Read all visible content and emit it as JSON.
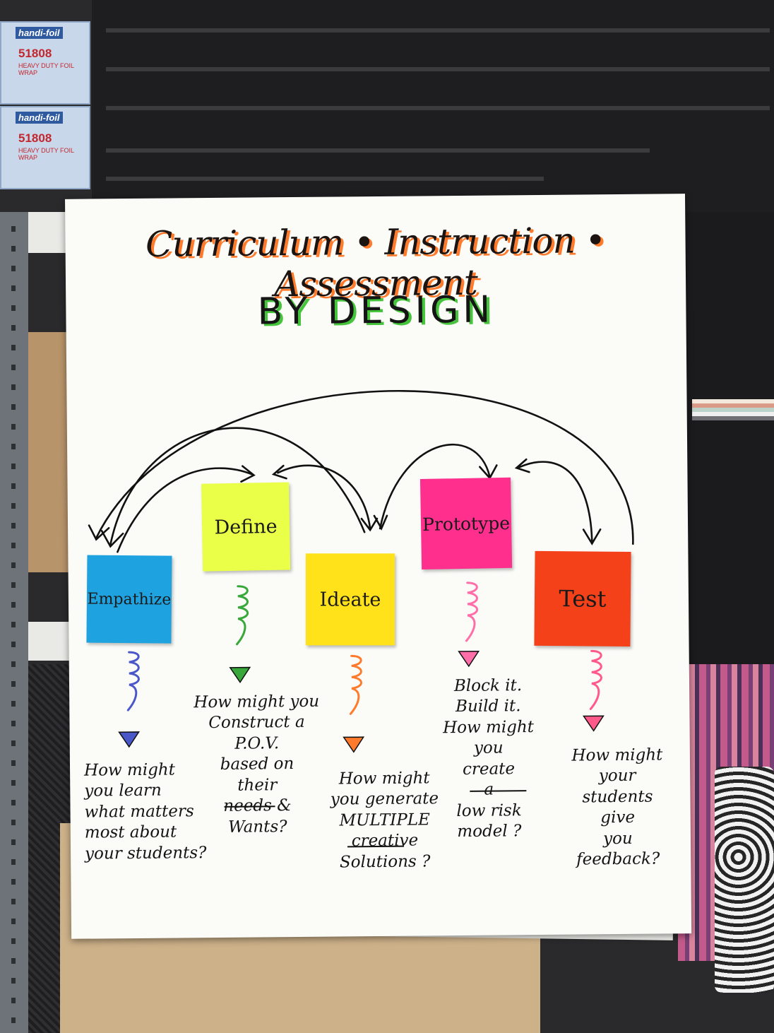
{
  "shelf_boxes": [
    {
      "brand": "handi-foil",
      "number": "51808",
      "sub": "HEAVY DUTY FOIL WRAP"
    },
    {
      "brand": "handi-foil",
      "number": "51808",
      "sub": "HEAVY DUTY FOIL WRAP"
    }
  ],
  "poster": {
    "title": "Curriculum • Instruction • Assessment",
    "subtitle": "BY DESIGN",
    "stages": [
      {
        "label": "Empathize",
        "color": "#1fa3e0",
        "question": "How might\nyou learn\nwhat matters\nmost about\nyour students?"
      },
      {
        "label": "Define",
        "color": "#e9ff48",
        "question": "How might you\nConstruct a\nP.O.V.\nbased on\ntheir\nneeds &\nWants?"
      },
      {
        "label": "Ideate",
        "color": "#ffe21a",
        "question": "How might\nyou generate\nMULTIPLE\ncreative\nSolutions ?"
      },
      {
        "label": "Prototype",
        "color": "#ff2f8e",
        "question": "Block it.\nBuild it.\nHow might you\ncreate\na\nlow risk\nmodel ?"
      },
      {
        "label": "Test",
        "color": "#f4411a",
        "question": "How might\nyour\nstudents\ngive\nyou\nfeedback?"
      }
    ]
  }
}
